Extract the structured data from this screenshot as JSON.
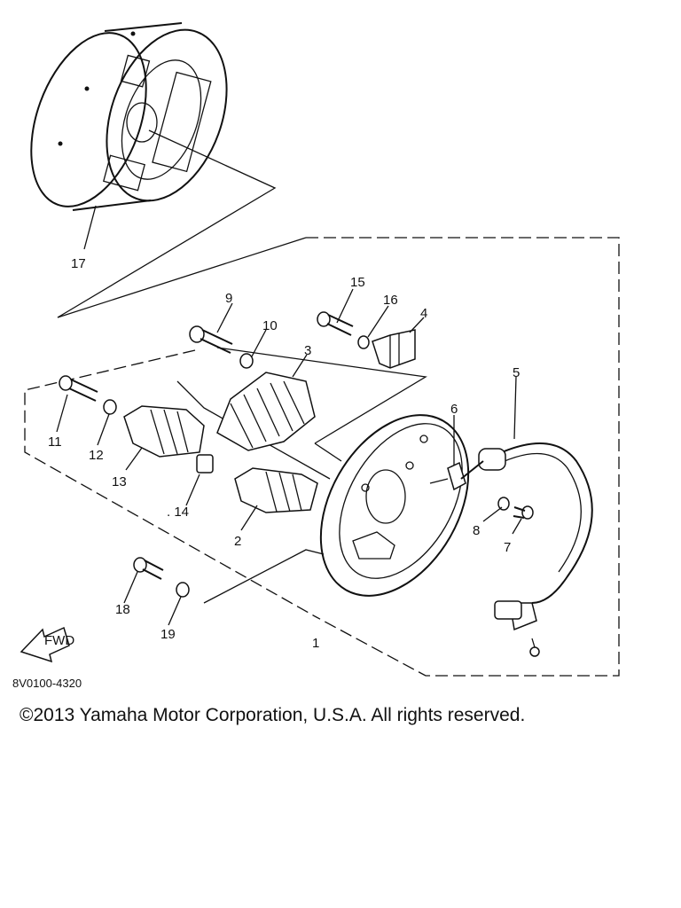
{
  "part_labels": {
    "p1": "1",
    "p2": "2",
    "p3": "3",
    "p4": "4",
    "p5": "5",
    "p6": "6",
    "p7": "7",
    "p8": "8",
    "p9": "9",
    "p10": "10",
    "p11": "11",
    "p12": "12",
    "p13": "13",
    "p14": ". 14",
    "p15": "15",
    "p16": "16",
    "p17": "17",
    "p18": "18",
    "p19": "19"
  },
  "direction_label": "FWD",
  "diagram_code": "8V0100-4320",
  "copyright": "©2013 Yamaha Motor Corporation, U.S.A. All rights reserved."
}
